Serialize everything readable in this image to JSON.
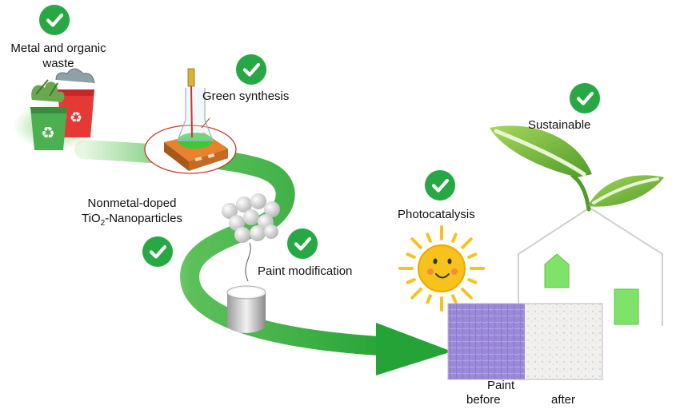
{
  "labels": {
    "waste": [
      "Metal and organic",
      "waste"
    ],
    "green_synthesis": "Green synthesis",
    "nanoparticles_line1": "Nonmetal-doped",
    "nanoparticles_line2_prefix": "TiO",
    "nanoparticles_line2_sub": "2",
    "nanoparticles_line2_suffix": "-Nanoparticles",
    "paint_modification": "Paint modification",
    "photocatalysis": "Photocatalysis",
    "sustainable": "Sustainable",
    "paint": "Paint",
    "before": "before",
    "after": "after"
  },
  "steps": [
    "waste",
    "green-synthesis",
    "nanoparticles",
    "paint-modification",
    "photocatalysis",
    "sustainable"
  ],
  "colors": {
    "check_green": "#27a844",
    "arrow_green": "#3cb043",
    "leaf_green": "#7cc242",
    "purple_paint": "#9b8ad6",
    "sun_yellow": "#f7c21b",
    "hotplate_orange": "#e8822c",
    "bin_green": "#4caf50",
    "bin_red": "#e53935"
  },
  "icons": [
    "check-icon",
    "recycle-icon",
    "flask-icon",
    "hotplate-icon",
    "nanoparticle-cluster-icon",
    "paint-can-icon",
    "sun-icon",
    "leaf-icon",
    "house-icon"
  ]
}
